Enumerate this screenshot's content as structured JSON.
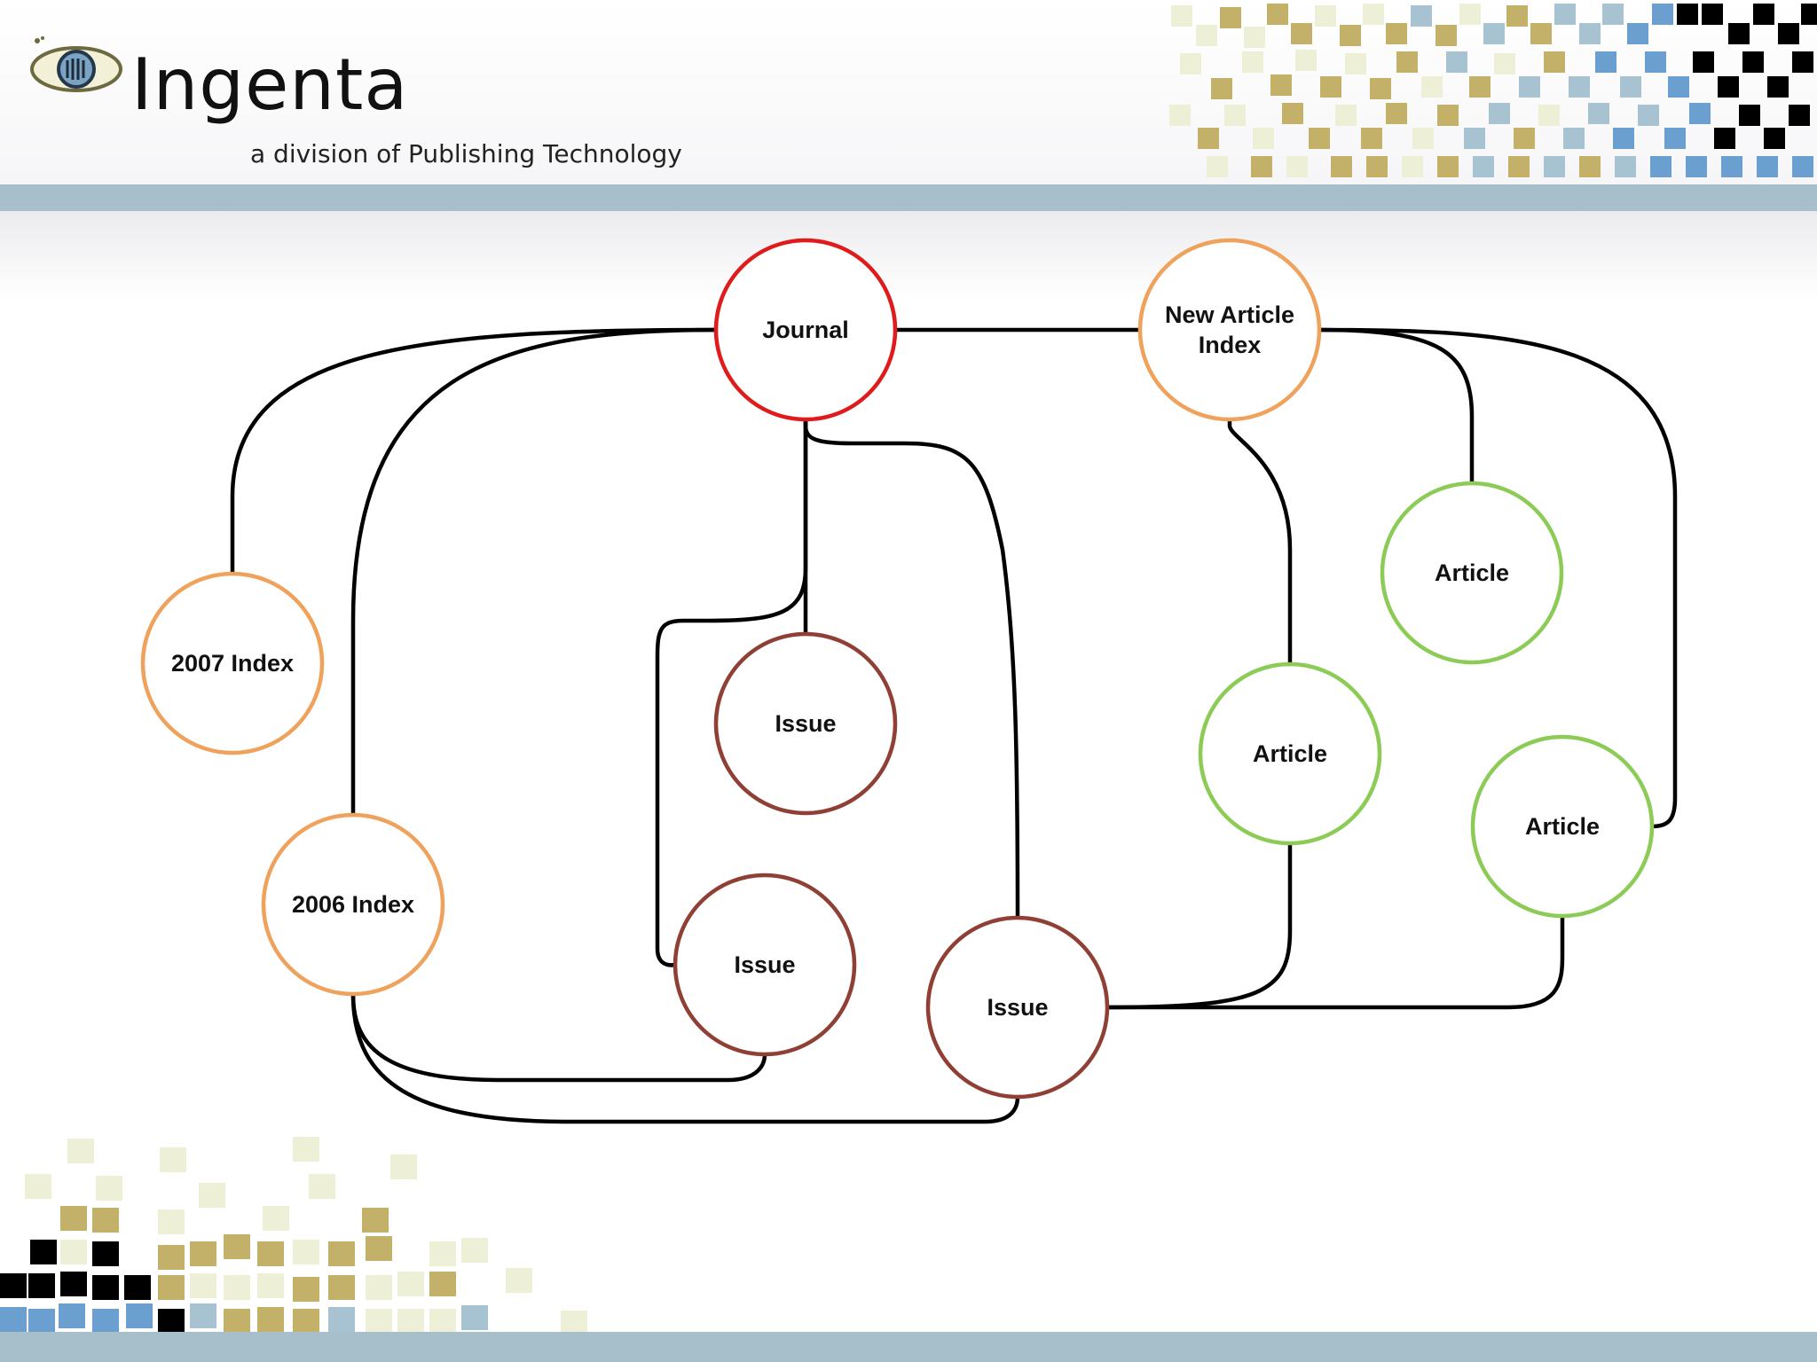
{
  "logo": {
    "wordmark": "Ingenta",
    "tagline": "a division of Publishing Technology"
  },
  "diagram": {
    "nodes": [
      {
        "id": "journal",
        "lines": [
          "Journal"
        ],
        "color": "#e01b1b"
      },
      {
        "id": "new_article_index",
        "lines": [
          "New Article",
          "Index"
        ],
        "color": "#efa25c"
      },
      {
        "id": "index_2007",
        "lines": [
          "2007 Index"
        ],
        "color": "#efa25c"
      },
      {
        "id": "index_2006",
        "lines": [
          "2006 Index"
        ],
        "color": "#efa25c"
      },
      {
        "id": "issue_a",
        "lines": [
          "Issue"
        ],
        "color": "#8f3f34"
      },
      {
        "id": "issue_b",
        "lines": [
          "Issue"
        ],
        "color": "#8f3f34"
      },
      {
        "id": "issue_c",
        "lines": [
          "Issue"
        ],
        "color": "#8f3f34"
      },
      {
        "id": "article_a",
        "lines": [
          "Article"
        ],
        "color": "#8ccb55"
      },
      {
        "id": "article_b",
        "lines": [
          "Article"
        ],
        "color": "#8ccb55"
      },
      {
        "id": "article_c",
        "lines": [
          "Article"
        ],
        "color": "#8ccb55"
      }
    ],
    "edges": [
      [
        "journal",
        "new_article_index"
      ],
      [
        "journal",
        "index_2007"
      ],
      [
        "journal",
        "index_2006"
      ],
      [
        "journal",
        "issue_a"
      ],
      [
        "journal",
        "issue_b"
      ],
      [
        "journal",
        "issue_c"
      ],
      [
        "index_2006",
        "issue_b"
      ],
      [
        "index_2006",
        "issue_c"
      ],
      [
        "new_article_index",
        "article_a"
      ],
      [
        "new_article_index",
        "article_b"
      ],
      [
        "new_article_index",
        "article_c"
      ],
      [
        "issue_c",
        "article_b"
      ],
      [
        "issue_c",
        "article_c"
      ]
    ]
  },
  "colors": {
    "band": "#a7bfcb",
    "mosaic_gold": "#c4b169",
    "mosaic_cream": "#eeefd7",
    "mosaic_blue": "#6a9fd0",
    "mosaic_black": "#000000",
    "mosaic_gray_blue": "#a7c3d2"
  }
}
